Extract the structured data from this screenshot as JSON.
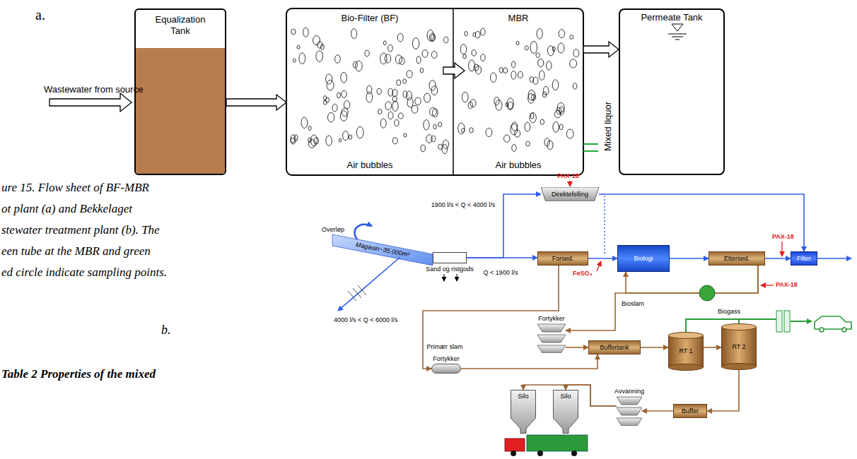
{
  "diagram": {
    "nodes": [
      {
        "text": [
          "Equalization Tank"
        ]
      },
      {
        "text": [
          "Bio-Filter (BF)",
          "Air bubbles"
        ]
      },
      {
        "text": [
          "MBR",
          "Air bubbles"
        ]
      },
      {
        "text": [
          "Permeate Tank"
        ]
      },
      {
        "text": [
          "Sand og ristgods"
        ]
      },
      {
        "text": [
          "Direktefelling"
        ]
      },
      {
        "text": [
          "Forsed."
        ]
      },
      {
        "text": [
          "Biologi"
        ]
      },
      {
        "text": [
          "Ettersed."
        ]
      },
      {
        "text": [
          "Filter"
        ]
      },
      {
        "text": [
          "Fortykker"
        ]
      },
      {
        "text": [
          "Fortykker"
        ]
      },
      {
        "text": [
          "Buffertank"
        ]
      },
      {
        "text": [
          "RT 1"
        ]
      },
      {
        "text": [
          "RT 2"
        ]
      },
      {
        "text": [
          "Buffer"
        ]
      },
      {
        "text": [
          "Avvanning"
        ]
      },
      {
        "text": [
          "Silo"
        ]
      },
      {
        "text": [
          "Silo"
        ]
      }
    ],
    "edges": [
      {
        "from": 0,
        "to": 1,
        "arrow": "to"
      },
      {
        "from": 1,
        "to": 2,
        "arrow": "to"
      },
      {
        "from": 2,
        "to": 3,
        "arrow": "to"
      },
      {
        "from": 4,
        "to": 6,
        "label": "Q < 1900 l/s",
        "arrow": "to"
      },
      {
        "from": 4,
        "to": 5,
        "label": "1900 l/s < Q < 4000 l/s",
        "arrow": "to"
      },
      {
        "from": 5,
        "to": 9,
        "arrow": "to"
      },
      {
        "from": 6,
        "to": 7,
        "arrow": "to"
      },
      {
        "from": 7,
        "to": 8,
        "arrow": "to"
      },
      {
        "from": 8,
        "to": 9,
        "arrow": "to"
      },
      {
        "from": 8,
        "to": 7,
        "arrow": "to"
      },
      {
        "from": 6,
        "to": 11,
        "label": "Primær slam",
        "arrow": "to"
      },
      {
        "from": 8,
        "to": 10,
        "label": "Bioslam",
        "arrow": "to"
      },
      {
        "from": 10,
        "to": 12,
        "arrow": "to"
      },
      {
        "from": 11,
        "to": 12,
        "arrow": "to"
      },
      {
        "from": 12,
        "to": 13,
        "arrow": "to"
      },
      {
        "from": 13,
        "to": 14,
        "arrow": "to"
      },
      {
        "from": 14,
        "to": 15,
        "arrow": "to"
      },
      {
        "from": 15,
        "to": 16,
        "arrow": "to"
      },
      {
        "from": 16,
        "to": 17,
        "arrow": "to"
      },
      {
        "from": 16,
        "to": 18,
        "arrow": "to"
      }
    ],
    "labels": [
      "a.",
      "Wastewater from source",
      "Mixed liquor",
      "ure 15. Flow sheet of BF-MBR",
      "ot plant (a) and Bekkelaget",
      "stewater treatment plant (b). The",
      "een tube at the MBR and green",
      "ed circle indicate sampling points.",
      "b.",
      "Table 2 Properties of the mixed",
      "PAX-18",
      "PAX-18",
      "PAX-18",
      "Overløp",
      "Magasin~35.000m³",
      "4000 l/s < Q < 6000 l/s",
      "FeSO₄",
      "Biogass"
    ]
  }
}
